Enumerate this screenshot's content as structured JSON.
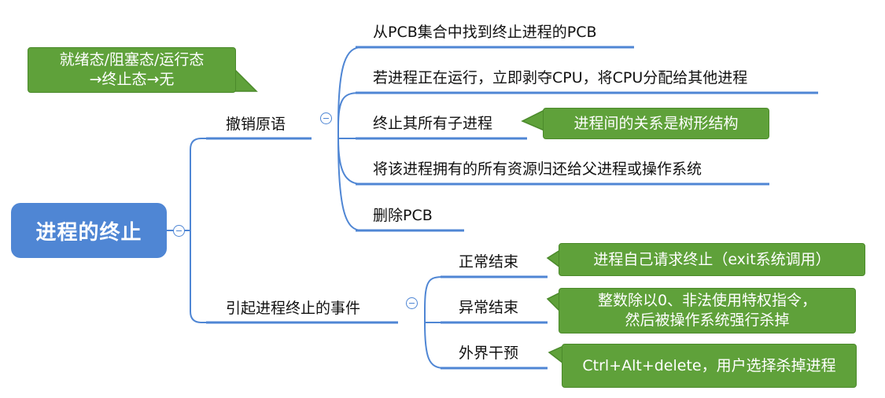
{
  "root": {
    "label": "进程的终止"
  },
  "branches": [
    {
      "label": "撤销原语",
      "children": [
        {
          "label": "从PCB集合中找到终止进程的PCB"
        },
        {
          "label": "若进程正在运行，立即剥夺CPU，将CPU分配给其他进程"
        },
        {
          "label": "终止其所有子进程"
        },
        {
          "label": "将该进程拥有的所有资源归还给父进程或操作系统"
        },
        {
          "label": "删除PCB"
        }
      ]
    },
    {
      "label": "引起进程终止的事件",
      "children": [
        {
          "label": "正常结束"
        },
        {
          "label": "异常结束"
        },
        {
          "label": "外界干预"
        }
      ]
    }
  ],
  "notes": {
    "state_transition": {
      "line1": "就绪态/阻塞态/运行态",
      "line2": "→终止态→无"
    },
    "child_processes": {
      "text": "进程间的关系是树形结构"
    },
    "normal_end": {
      "text": "进程自己请求终止（exit系统调用）"
    },
    "abnormal_end": {
      "line1": "整数除以0、非法使用特权指令，",
      "line2": "然后被操作系统强行杀掉"
    },
    "external": {
      "text": "Ctrl+Alt+delete，用户选择杀掉进程"
    }
  },
  "colors": {
    "accent": "#4f86d4",
    "note_bg": "#5fa13a",
    "note_border": "#4b8a2b"
  }
}
